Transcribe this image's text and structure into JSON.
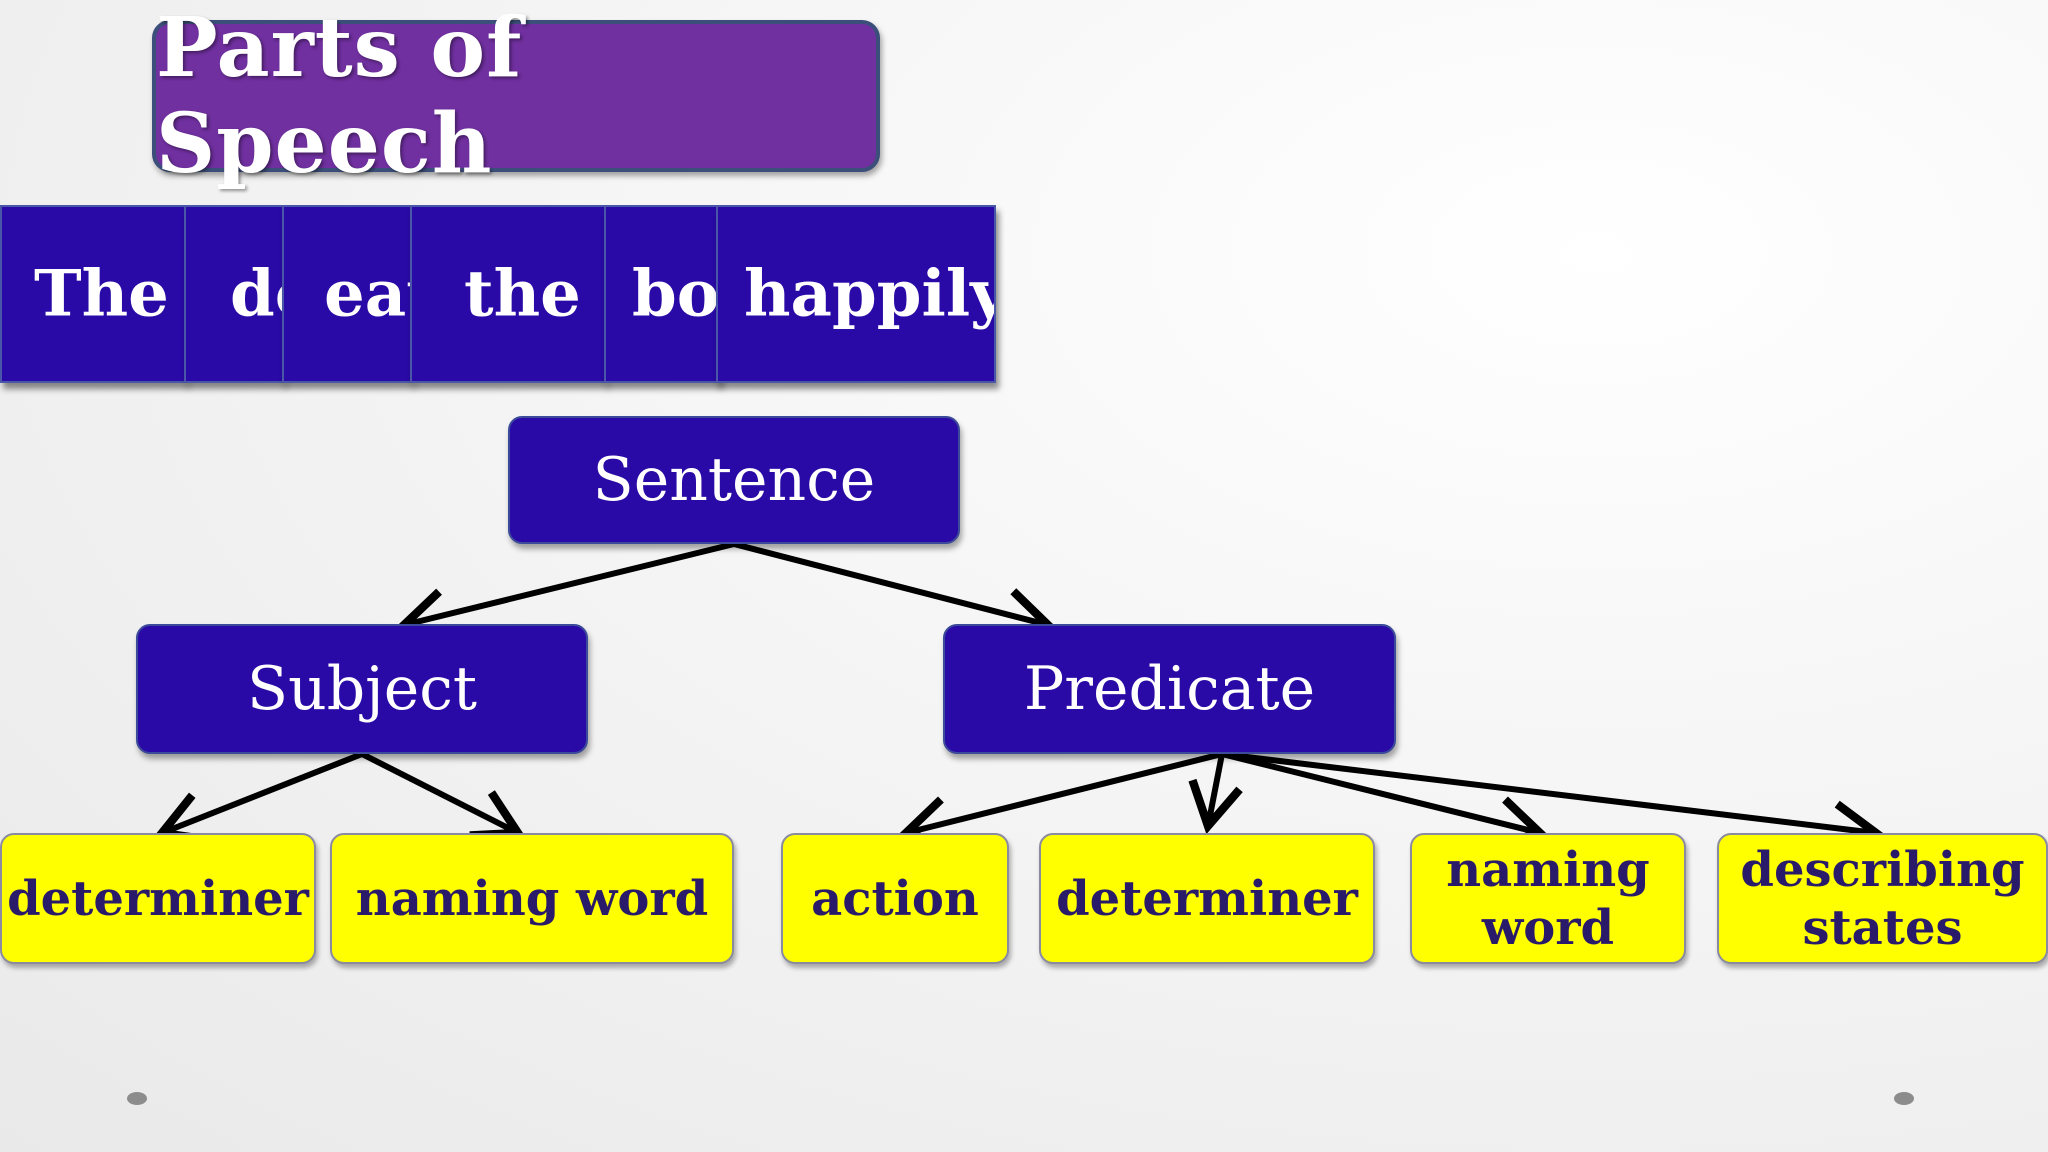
{
  "title": "Parts of Speech",
  "sentence_words": [
    "The",
    "dog",
    "eats",
    "the",
    "bone",
    "happily"
  ],
  "tree": {
    "root": "Sentence",
    "subject": {
      "label": "Subject",
      "children": [
        "determiner",
        "naming word"
      ]
    },
    "predicate": {
      "label": "Predicate",
      "children": [
        "action",
        "determiner",
        "naming\nword",
        "describing\nstates"
      ]
    }
  },
  "colors": {
    "title_bg": "#7030a0",
    "node_blue": "#2a0aa6",
    "node_yellow": "#ffff00",
    "yellow_text": "#2a1a6a"
  }
}
